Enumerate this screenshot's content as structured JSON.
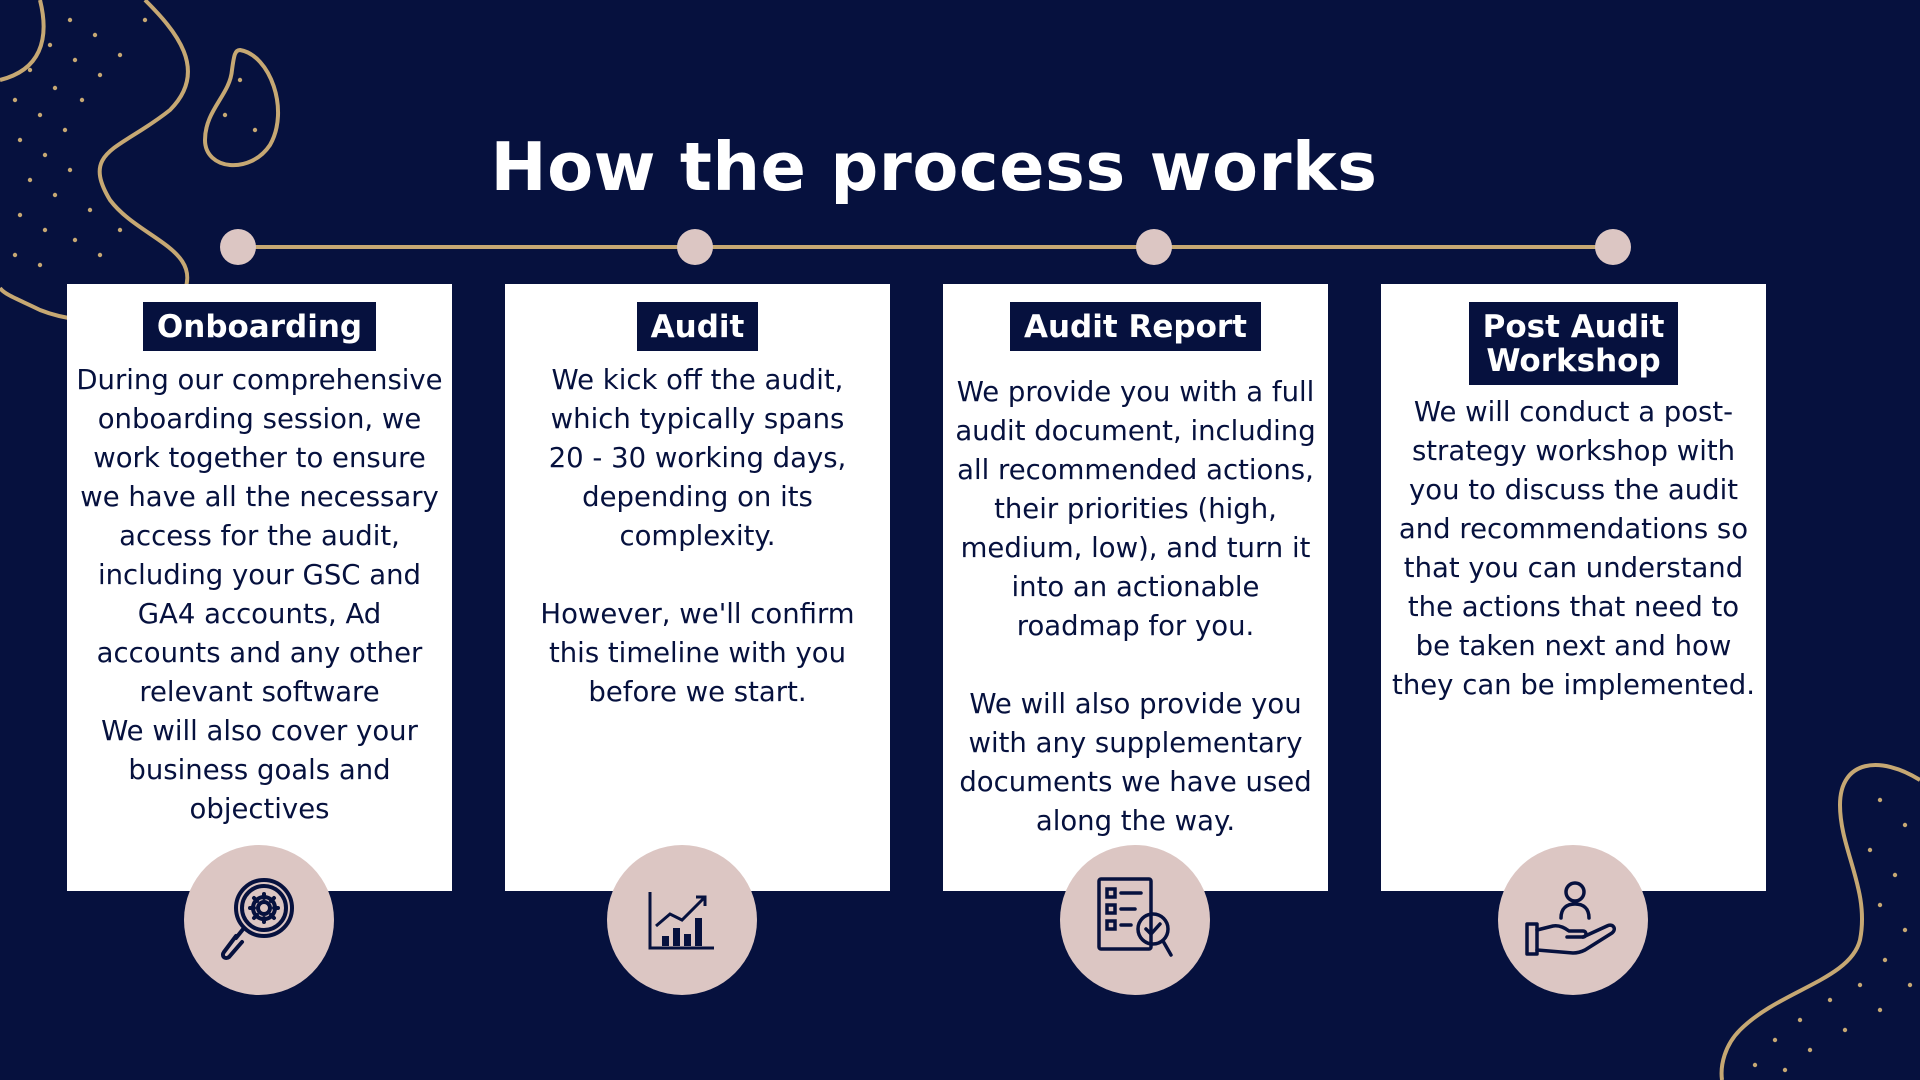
{
  "title": "How the process works",
  "colors": {
    "background": "#06113e",
    "gold": "#c6a873",
    "dot": "#dcc6c3",
    "card": "#ffffff",
    "text": "#06113e"
  },
  "steps": [
    {
      "label": "Onboarding",
      "text": "During our comprehensive\nonboarding session, we\nwork together to ensure\nwe have all the necessary\naccess for the audit,\nincluding your GSC and\nGA4 accounts, Ad\naccounts and any other\nrelevant software\nWe will also cover your\nbusiness goals and\nobjectives",
      "icon": "magnifier-gear-icon"
    },
    {
      "label": "Audit",
      "text": "We kick off the audit,\nwhich typically spans\n20 - 30 working days,\ndepending on its\ncomplexity.\n\nHowever, we'll confirm\nthis timeline with you\nbefore we start.",
      "icon": "growth-chart-icon"
    },
    {
      "label": "Audit Report",
      "text": "We provide you with a full\naudit document, including\nall recommended actions,\ntheir priorities (high,\nmedium, low), and turn it\ninto an actionable\nroadmap for you.\n\nWe will also provide you\nwith any supplementary\ndocuments we have used\nalong the way.",
      "icon": "checklist-report-icon"
    },
    {
      "label": "Post Audit\nWorkshop",
      "text": "We will conduct a post-\nstrategy workshop with\nyou to discuss the audit\nand recommendations so\nthat you can understand\nthe actions that need to\nbe taken next and how\nthey can be implemented.",
      "icon": "hand-person-icon"
    }
  ]
}
